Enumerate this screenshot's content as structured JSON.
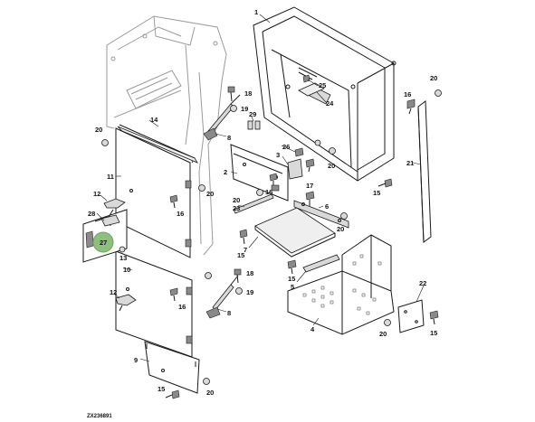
{
  "figure_id": "ZX236891",
  "highlight_color": "#8fbf7f",
  "callouts": {
    "c1": "1",
    "c2": "2",
    "c3": "3",
    "c4": "4",
    "c5": "5",
    "c6": "6",
    "c7": "7",
    "c8": "8",
    "c9": "9",
    "c10": "10",
    "c11": "11",
    "c12a": "12",
    "c12b": "12",
    "c13": "13",
    "c14": "14",
    "c15a": "15",
    "c15b": "15",
    "c15c": "15",
    "c15d": "15",
    "c15e": "15",
    "c16a": "16",
    "c16b": "16",
    "c16c": "16",
    "c16d": "16",
    "c17": "17",
    "c18a": "18",
    "c18b": "18",
    "c19a": "19",
    "c19b": "19",
    "c20a": "20",
    "c20b": "20",
    "c20c": "20",
    "c20d": "20",
    "c20e": "20",
    "c20f": "20",
    "c20g": "20",
    "c20h": "20",
    "c21": "21",
    "c22": "22",
    "c23": "23",
    "c24": "24",
    "c25": "25",
    "c26": "26",
    "c27": "27",
    "c28": "28",
    "c29": "29"
  }
}
